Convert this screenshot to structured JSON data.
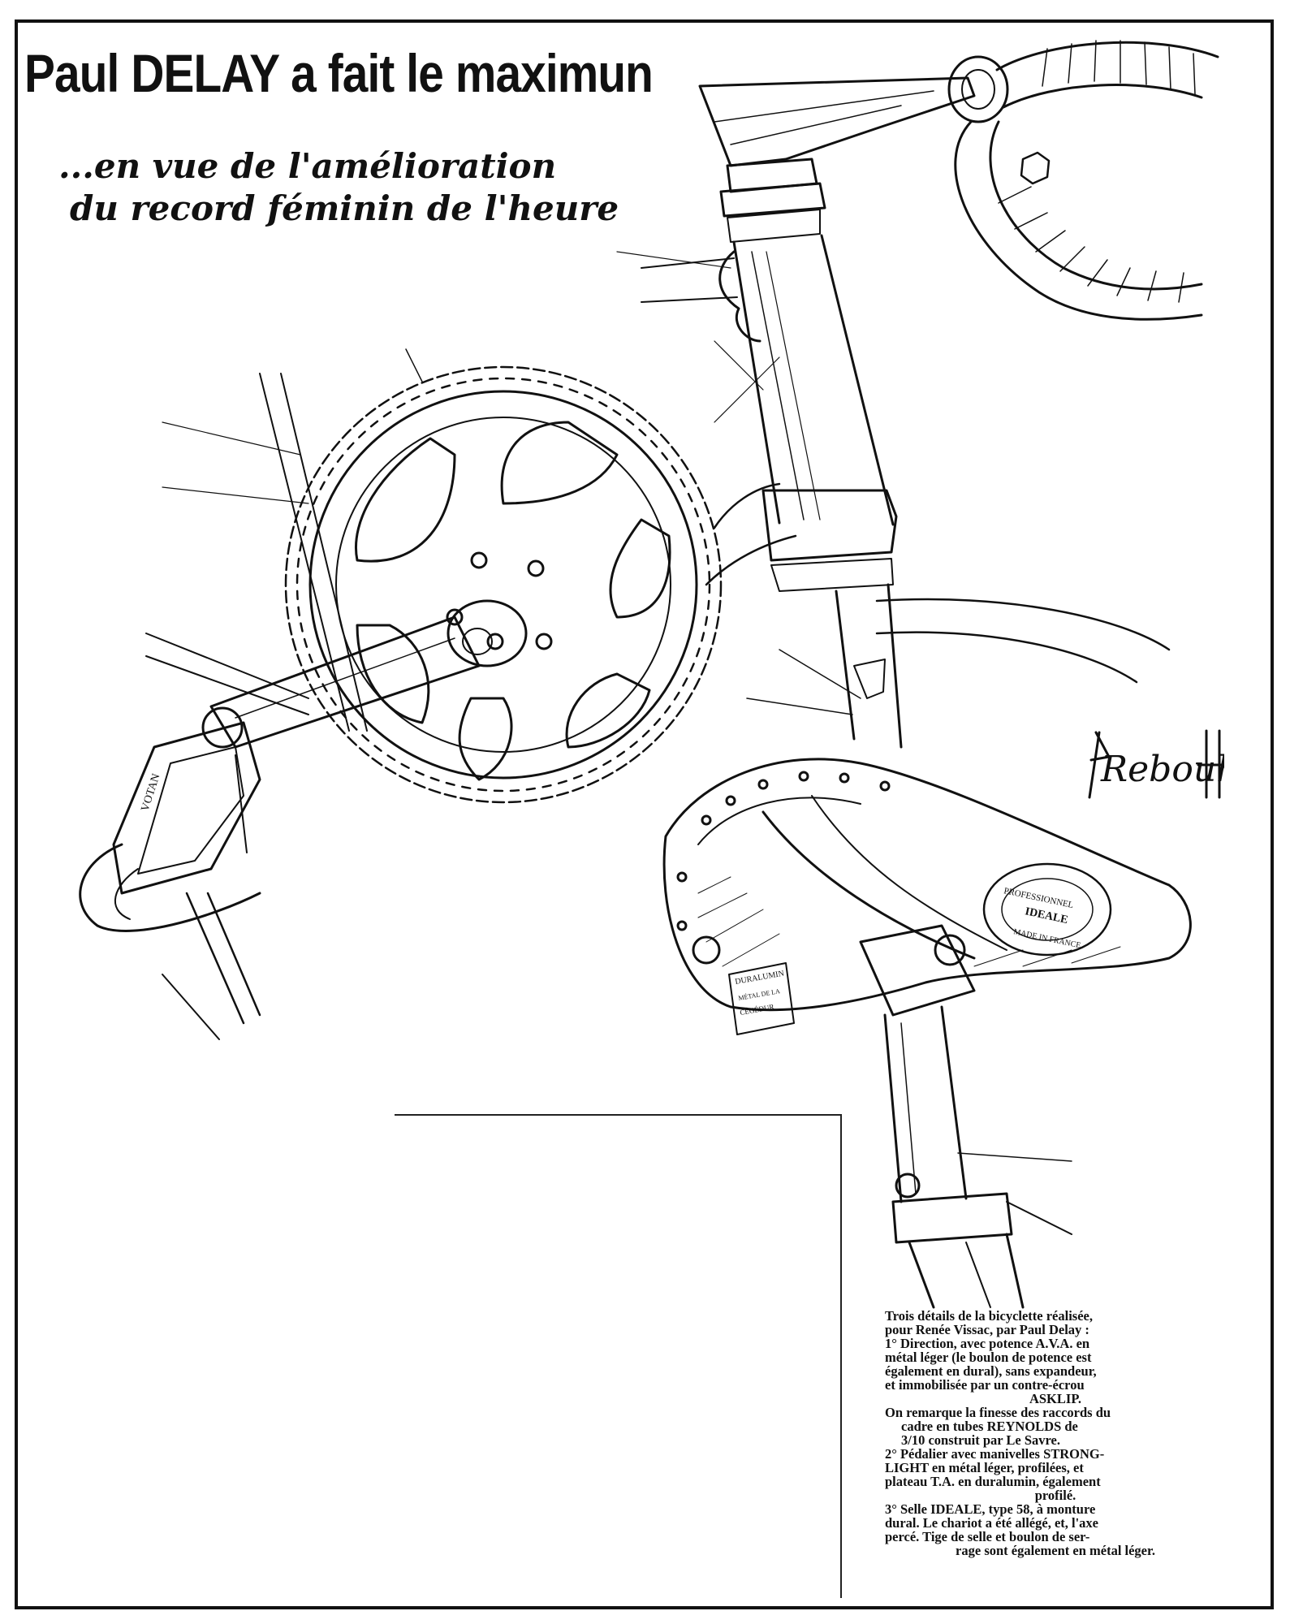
{
  "headline": "Paul DELAY a fait le maximun",
  "subhead": [
    "...en vue de l'amélioration",
    "du record féminin de l'heure"
  ],
  "signature": "Rebouh",
  "engravings": {
    "crank": "VOTAN",
    "saddle": [
      "PROFESSIONNEL",
      "IDEALE",
      "MADE IN FRANCE"
    ],
    "seatpost": [
      "DURALUMIN",
      "MÉTAL DE LA",
      "CÉGÉDUR"
    ]
  },
  "caption": {
    "lines": [
      "Trois détails de la bicyclette réalisée,",
      "pour Renée Vissac, par Paul Delay :",
      "1° Direction, avec potence A.V.A. en",
      "métal léger (le boulon de potence est",
      "également en dural), sans expandeur,",
      "et immobilisée par un contre-écrou",
      "ASKLIP.",
      "On remarque la finesse des raccords du",
      "cadre en tubes REYNOLDS de",
      "3/10 construit par Le Savre.",
      "2° Pédalier avec manivelles STRONG-",
      "LIGHT en métal léger, profilées, et",
      "plateau T.A. en duralumin, également",
      "profilé.",
      "3° Selle IDEALE, type 58, à monture",
      "dural. Le chariot a été allégé, et, l'axe",
      "percé. Tige de selle et boulon de ser-",
      "rage sont également en métal léger."
    ]
  }
}
